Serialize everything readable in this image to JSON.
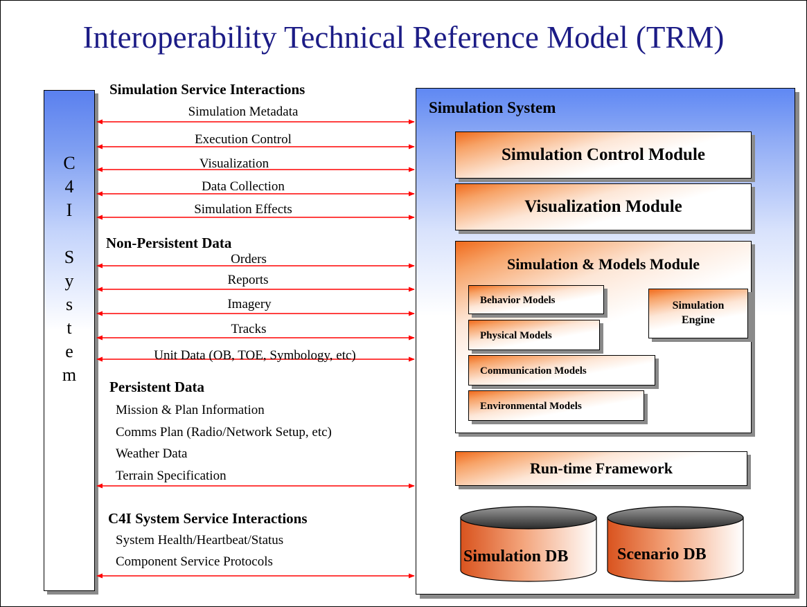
{
  "title": "Interoperability Technical Reference Model (TRM)",
  "c4i_column": {
    "letters": [
      "C",
      "4",
      "I",
      "",
      "S",
      "y",
      "s",
      "t",
      "e",
      "m"
    ]
  },
  "interactions": {
    "simulation_service": {
      "heading": "Simulation Service Interactions",
      "items": [
        "Simulation Metadata",
        "Execution Control",
        "Visualization",
        "Data Collection",
        "Simulation Effects"
      ]
    },
    "non_persistent": {
      "heading": "Non-Persistent Data",
      "items": [
        "Orders",
        "Reports",
        "Imagery",
        "Tracks",
        "Unit Data (OB, TOE, Symbology, etc)"
      ]
    },
    "persistent": {
      "heading": "Persistent Data",
      "items": [
        "Mission & Plan Information",
        "Comms Plan (Radio/Network Setup, etc)",
        "Weather Data",
        "Terrain Specification"
      ]
    },
    "c4i_service": {
      "heading": "C4I System Service Interactions",
      "items": [
        "System Health/Heartbeat/Status",
        "Component Service Protocols"
      ]
    }
  },
  "simulation_system": {
    "label": "Simulation System",
    "control_module": "Simulation Control Module",
    "visualization_module": "Visualization Module",
    "models_module": {
      "title": "Simulation & Models Module",
      "models": [
        "Behavior Models",
        "Physical Models",
        "Communication Models",
        "Environmental Models"
      ],
      "engine": [
        "Simulation",
        "Engine"
      ]
    },
    "runtime_framework": "Run-time Framework",
    "databases": [
      "Simulation DB",
      "Scenario DB"
    ]
  },
  "colors": {
    "title": "#1c1c86",
    "arrow": "#ff0000",
    "system_blue": "#5f88f3",
    "module_orange": "#f06a1c",
    "cylinder_orange": "#e0602a"
  }
}
